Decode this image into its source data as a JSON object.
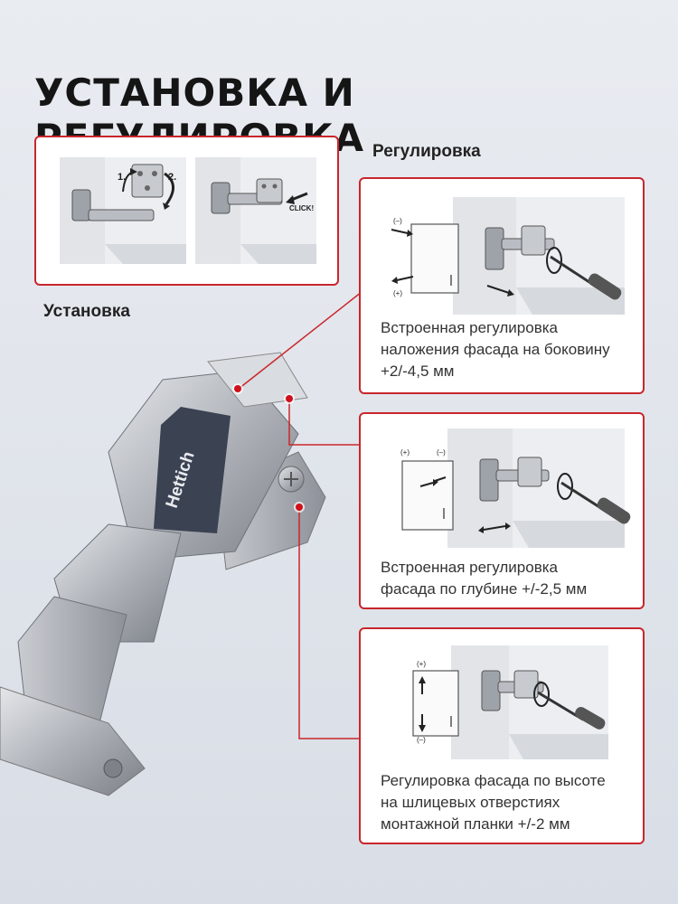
{
  "title": "УСТАНОВКА И РЕГУЛИРОВКА",
  "section_adjustment": "Регулировка",
  "section_install": "Установка",
  "install_step1": "1.",
  "install_step2": "2.",
  "install_click": "CLICK!",
  "brand": "Hettich",
  "adjustments": [
    {
      "caption_lines": [
        "Встроенная регулировка",
        "наложения фасада на боковину",
        "+2/-4,5 мм"
      ],
      "minus": "(–)",
      "plus": "(+)"
    },
    {
      "caption_lines": [
        "Встроенная регулировка",
        "фасада по глубине +/-2,5 мм"
      ],
      "plus": "(+)",
      "minus": "(–)"
    },
    {
      "caption_lines": [
        "Регулировка фасада по высоте",
        "на шлицевых отверстиях",
        "монтажной планки +/-2 мм"
      ],
      "plus": "(+)",
      "minus": "(–)"
    }
  ],
  "colors": {
    "accent_red": "#c9262c",
    "hinge_metal": "#b8bcc2",
    "cover_dark": "#3b4252"
  }
}
